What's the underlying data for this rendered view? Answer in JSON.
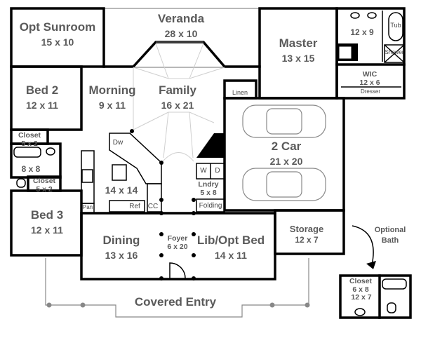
{
  "plan": {
    "rooms": [
      {
        "id": "opt-sunroom",
        "name": "Opt Sunroom",
        "dims": "15 x 10"
      },
      {
        "id": "veranda",
        "name": "Veranda",
        "dims": "28 x 10"
      },
      {
        "id": "master",
        "name": "Master",
        "dims": "13 x 15"
      },
      {
        "id": "master-bath",
        "name": "",
        "dims": "12 x 9"
      },
      {
        "id": "wic",
        "name": "WIC",
        "dims": "12 x 6"
      },
      {
        "id": "bed-2",
        "name": "Bed 2",
        "dims": "12 x 11"
      },
      {
        "id": "morning",
        "name": "Morning",
        "dims": "9 x 11"
      },
      {
        "id": "family",
        "name": "Family",
        "dims": "16 x 21"
      },
      {
        "id": "closet-1",
        "name": "Closet",
        "dims": "5 x 2"
      },
      {
        "id": "bath-2",
        "name": "",
        "dims": "8 x 8"
      },
      {
        "id": "closet-2",
        "name": "Closet",
        "dims": "5 x 2"
      },
      {
        "id": "kitchen",
        "name": "",
        "dims": "14 x 14"
      },
      {
        "id": "two-car",
        "name": "2 Car",
        "dims": "21 x 20"
      },
      {
        "id": "laundry",
        "name": "Lndry",
        "dims": "5 x 8"
      },
      {
        "id": "bed-3",
        "name": "Bed 3",
        "dims": "12 x 11"
      },
      {
        "id": "dining",
        "name": "Dining",
        "dims": "13 x 16"
      },
      {
        "id": "foyer",
        "name": "Foyer",
        "dims": "6 x 20"
      },
      {
        "id": "lib-opt-bed",
        "name": "Lib/Opt Bed",
        "dims": "14 x 11"
      },
      {
        "id": "storage",
        "name": "Storage",
        "dims": "12 x 7"
      },
      {
        "id": "covered-entry",
        "name": "Covered Entry",
        "dims": ""
      },
      {
        "id": "opt-bath-closet",
        "name": "Closet",
        "dims": "6 x 8"
      },
      {
        "id": "opt-bath",
        "name": "",
        "dims": "12 x 7"
      }
    ],
    "fixtures": {
      "tub": "Tub",
      "shower": "Shower",
      "dresser": "Dresser",
      "linen": "Linen",
      "dishwasher": "Dw",
      "refrigerator": "Ref",
      "coat_closet": "CC",
      "pantry": "Pan",
      "washer": "W",
      "dryer": "D",
      "folding": "Folding"
    },
    "optional_bath_note": {
      "line1": "Optional",
      "line2": "Bath"
    }
  }
}
